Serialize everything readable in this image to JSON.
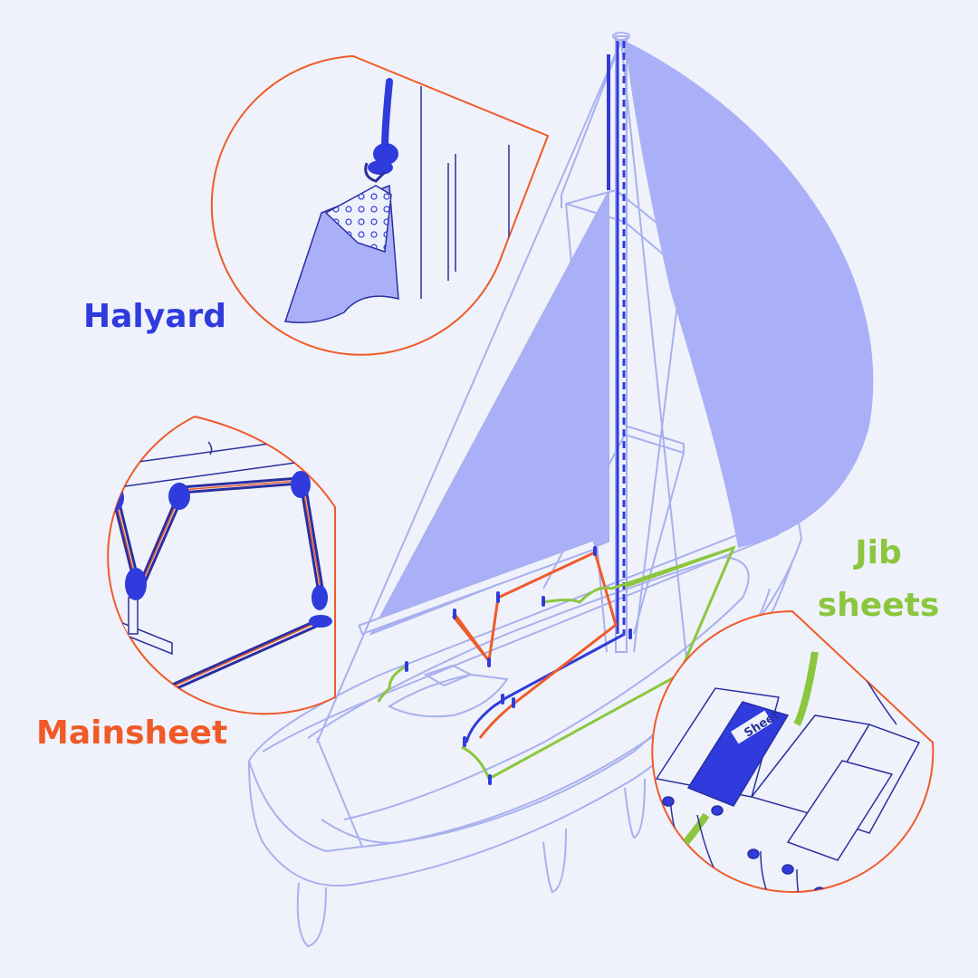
{
  "labels": {
    "halyard": "Halyard",
    "mainsheet": "Mainsheet",
    "jib_line1": "Jib",
    "jib_line2": "sheets",
    "clutch_tag": "Sheet"
  },
  "colors": {
    "background": "#eff2fb",
    "outline": "#a8b0ee",
    "sail_fill": "#a9b0f7",
    "halyard": "#2f3bdc",
    "mainsheet": "#f05a28",
    "jib_sheets": "#8cc63f",
    "inset_border": "#f05a28",
    "line_dark": "#2a2f9e"
  }
}
